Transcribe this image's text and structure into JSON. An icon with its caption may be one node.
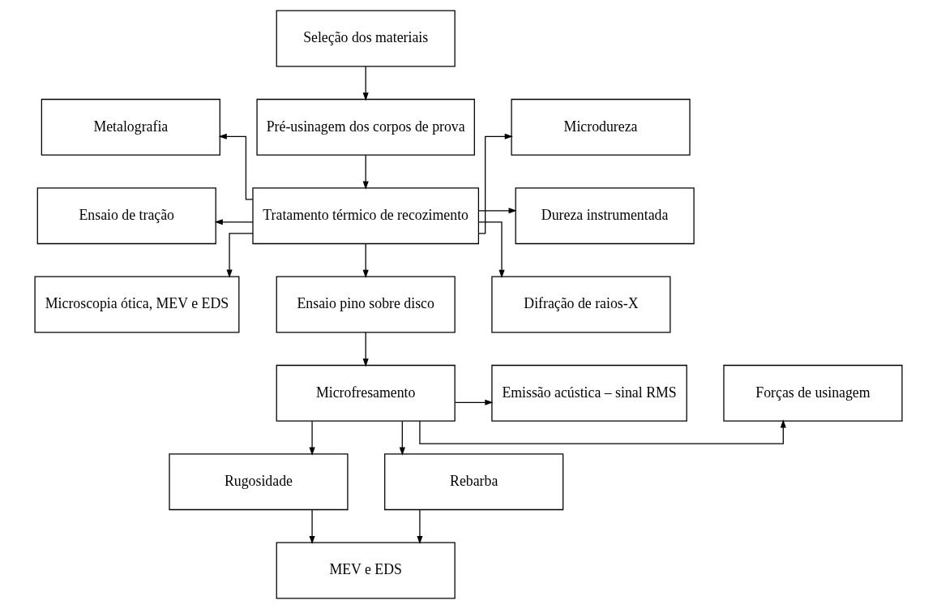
{
  "diagram": {
    "nodes": [
      {
        "text": [
          "Seleção dos materiais"
        ]
      },
      {
        "text": [
          "Metalografia"
        ]
      },
      {
        "text": [
          "Pré-usinagem dos corpos de prova"
        ]
      },
      {
        "text": [
          "Microdureza"
        ]
      },
      {
        "text": [
          "Ensaio de tração"
        ]
      },
      {
        "text": [
          "Tratamento térmico de recozimento"
        ]
      },
      {
        "text": [
          "Dureza instrumentada"
        ]
      },
      {
        "text": [
          "Microscopia ótica, MEV e EDS"
        ]
      },
      {
        "text": [
          "Ensaio pino sobre disco"
        ]
      },
      {
        "text": [
          "Difração de raios-X"
        ]
      },
      {
        "text": [
          "Forças de usinagem"
        ]
      },
      {
        "text": [
          "Microfresamento"
        ]
      },
      {
        "text": [
          "Emissão acústica – sinal RMS"
        ]
      },
      {
        "text": [
          "Rugosidade"
        ]
      },
      {
        "text": [
          "MEV e EDS"
        ]
      },
      {
        "text": [
          "Rebarba"
        ]
      }
    ],
    "edges": [
      {
        "from": 0,
        "to": 2,
        "arrow": "to"
      },
      {
        "from": 2,
        "to": 5,
        "arrow": "to"
      },
      {
        "from": 5,
        "to": 1,
        "arrow": "to"
      },
      {
        "from": 5,
        "to": 4,
        "arrow": "to"
      },
      {
        "from": 5,
        "to": 7,
        "arrow": "to"
      },
      {
        "from": 5,
        "to": 3,
        "arrow": "to"
      },
      {
        "from": 5,
        "to": 6,
        "arrow": "to"
      },
      {
        "from": 5,
        "to": 9,
        "arrow": "to"
      },
      {
        "from": 5,
        "to": 8,
        "arrow": "to"
      },
      {
        "from": 8,
        "to": 11,
        "arrow": "to"
      },
      {
        "from": 11,
        "to": 10,
        "arrow": "to"
      },
      {
        "from": 11,
        "to": 12,
        "arrow": "to"
      },
      {
        "from": 11,
        "to": 13,
        "arrow": "to"
      },
      {
        "from": 11,
        "to": 15,
        "arrow": "to"
      },
      {
        "from": 13,
        "to": 14,
        "arrow": "to"
      },
      {
        "from": 15,
        "to": 14,
        "arrow": "to"
      }
    ]
  }
}
